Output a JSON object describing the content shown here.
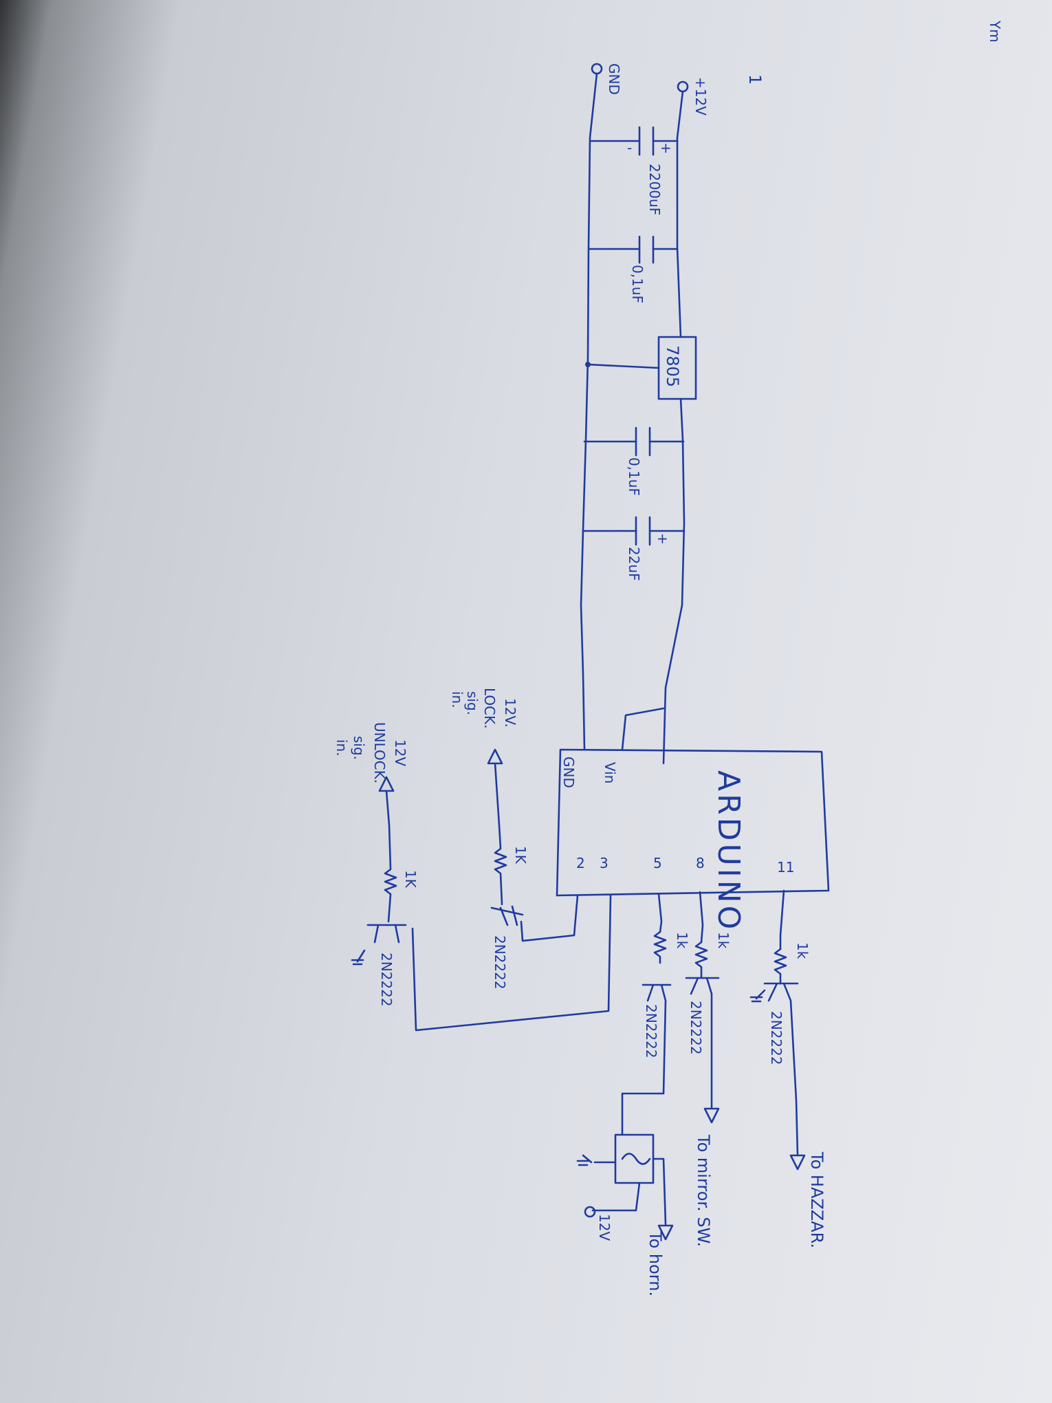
{
  "page_number": "1",
  "corner_scribble": "Ym",
  "power": {
    "plus12v": "+12V",
    "gnd": "GND",
    "c1": "2200uF",
    "c1_plus": "+",
    "c1_minus": "-",
    "c2": "0,1uF",
    "regulator": "7805",
    "c3": "0,1uF",
    "c4": "22uF",
    "c4_plus": "+"
  },
  "arduino": {
    "name": "ARDUINO",
    "pin_vin": "Vin",
    "pin_gnd": "GND",
    "pin_2": "2",
    "pin_3": "3",
    "pin_5": "5",
    "pin_8": "8",
    "pin_11": "11"
  },
  "outputs": {
    "r_hazzar": "1k",
    "q_hazzar": "2N2222",
    "to_hazzar": "To HAZZAR.",
    "r_mirror": "1k",
    "q_mirror": "2N2222",
    "to_mirror": "To mirror. SW.",
    "r_horn": "1k",
    "q_horn": "2N2222",
    "to_horn": "To horn.",
    "v12": "12V"
  },
  "inputs": {
    "lock_label": [
      "12V.",
      "LOCK.",
      "sig.",
      "in."
    ],
    "r_lock": "1K",
    "q_lock": "2N2222",
    "unlock_label": [
      "12V",
      "UNLOCK.",
      "sig.",
      "in."
    ],
    "r_unlock": "1K",
    "q_unlock": "2N2222"
  }
}
